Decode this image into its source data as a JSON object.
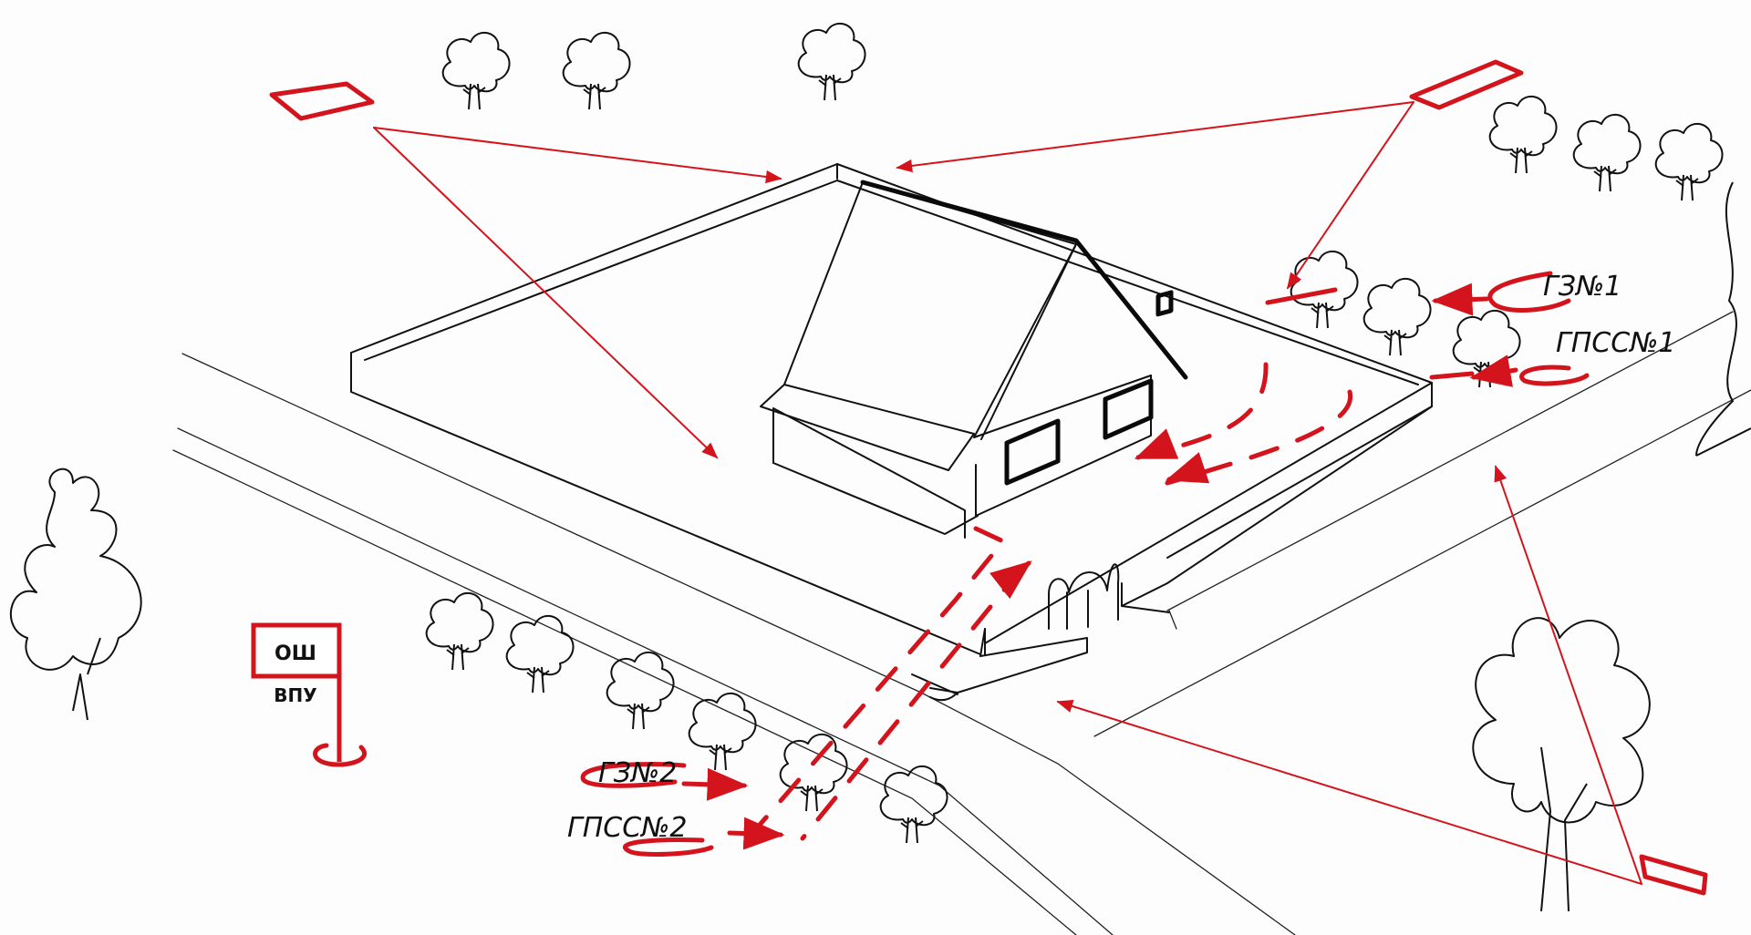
{
  "labels": {
    "gz1": "ГЗ№1",
    "gpss1": "ГПСС№1",
    "gz2": "ГЗ№2",
    "gpss2": "ГПСС№2",
    "flag_top": "ОШ",
    "flag_bottom": "ВПУ"
  },
  "colors": {
    "ink": "#111111",
    "marker": "#d4141c",
    "paper": "#fdfdfd"
  },
  "icons": [
    "tree-icon",
    "observation-post-icon",
    "command-flag-icon",
    "house-icon"
  ]
}
